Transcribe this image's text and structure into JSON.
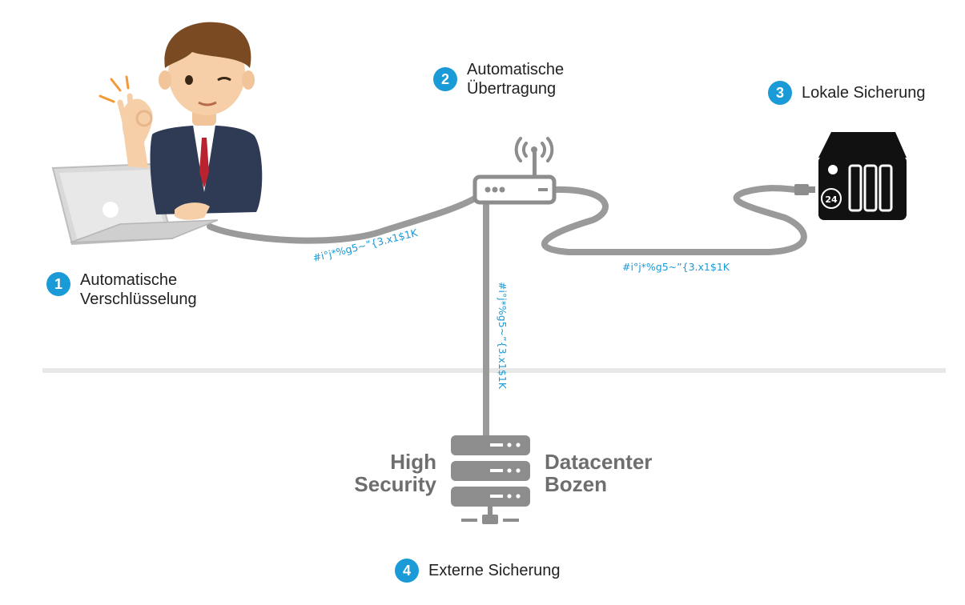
{
  "colors": {
    "accent": "#1a9ad6",
    "cable": "#9a9a9a",
    "dark": "#111111",
    "divider": "#e6e6e6",
    "server_text": "#6e6e6e"
  },
  "steps": [
    {
      "number": "1",
      "line1": "Automatische",
      "line2": "Verschlüsselung"
    },
    {
      "number": "2",
      "line1": "Automatische",
      "line2": "Übertragung"
    },
    {
      "number": "3",
      "line1": "Lokale Sicherung",
      "line2": ""
    },
    {
      "number": "4",
      "line1": "Externe Sicherung",
      "line2": ""
    }
  ],
  "cipher_text": "#i°j*%g5~”{3.x1$1K",
  "nas_badge": "24",
  "server": {
    "left_line1": "High",
    "left_line2": "Security",
    "right_line1": "Datacenter",
    "right_line2": "Bozen"
  },
  "icons": [
    "businessman-icon",
    "laptop-icon",
    "router-icon",
    "wifi-signal-icon",
    "nas-icon",
    "server-icon",
    "network-cable-icon"
  ]
}
